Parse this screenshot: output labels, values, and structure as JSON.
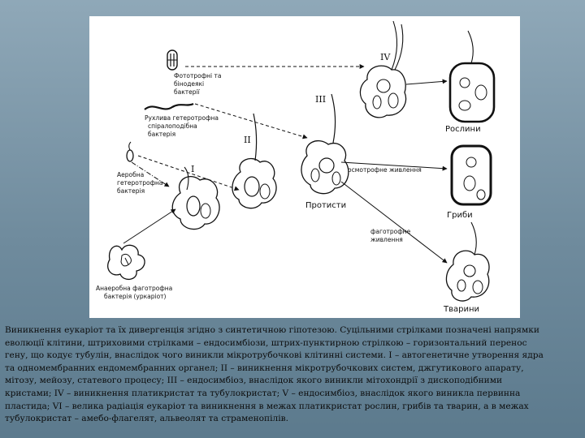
{
  "figure": {
    "roman_numerals": [
      "I",
      "II",
      "III",
      "IV"
    ],
    "labels": {
      "photo_bacteria": [
        "Фототрофні та",
        "бінодеякі",
        "бактерії"
      ],
      "mobile_bacteria": [
        "Рухлива гетеротрофна",
        "спіралоподібна",
        "бактерія"
      ],
      "aerobic_bacteria": [
        "Аеробна",
        "гетеротрофна",
        "бактерія"
      ],
      "anaerobic_host": [
        "Анаеробна фаготрофна",
        "бактерія (уркаріот)"
      ],
      "osmotrophic": "осмотрофне живлення",
      "phagotrophic": [
        "фаготрофне",
        "живлення"
      ],
      "protists": "Протисти",
      "plants": "Рослини",
      "fungi": "Гриби",
      "animals": "Тварини"
    }
  },
  "caption": {
    "lines": [
      "Виникнення еукаріот та їх дивергенція згідно з синтетичною гіпотезою. Суцільними стрілками позначені напрямки",
      "еволюції клітини, штриховими стрілками – ендосимбіози, штрих-пунктирною стрілкою – горизонтальний перенос",
      "гену, що кодує тубулін, внаслідок чого виникли мікротрубочкові клітинні системи. І – автогенетичне утворення ядра",
      "та одномембранних ендомембранних органел; ІІ – виникнення мікротрубочкових систем, джгутикового апарату,",
      "мітозу, мейозу, статевого процесу; ІІІ – ендосимбіоз, внаслідок якого виникли мітохондрії з дископодібними",
      "кристами; IV – виникнення платикристат та тубулокристат; V – ендосимбіоз, внаслідок якого виникла первинна",
      "пластида; VI – велика радіація еукаріот та виникнення в межах платикристат рослин, грибів та тварин, а в межах",
      "тубулокристат – амебо-флагелят, альвеолят та страменопілів."
    ]
  }
}
